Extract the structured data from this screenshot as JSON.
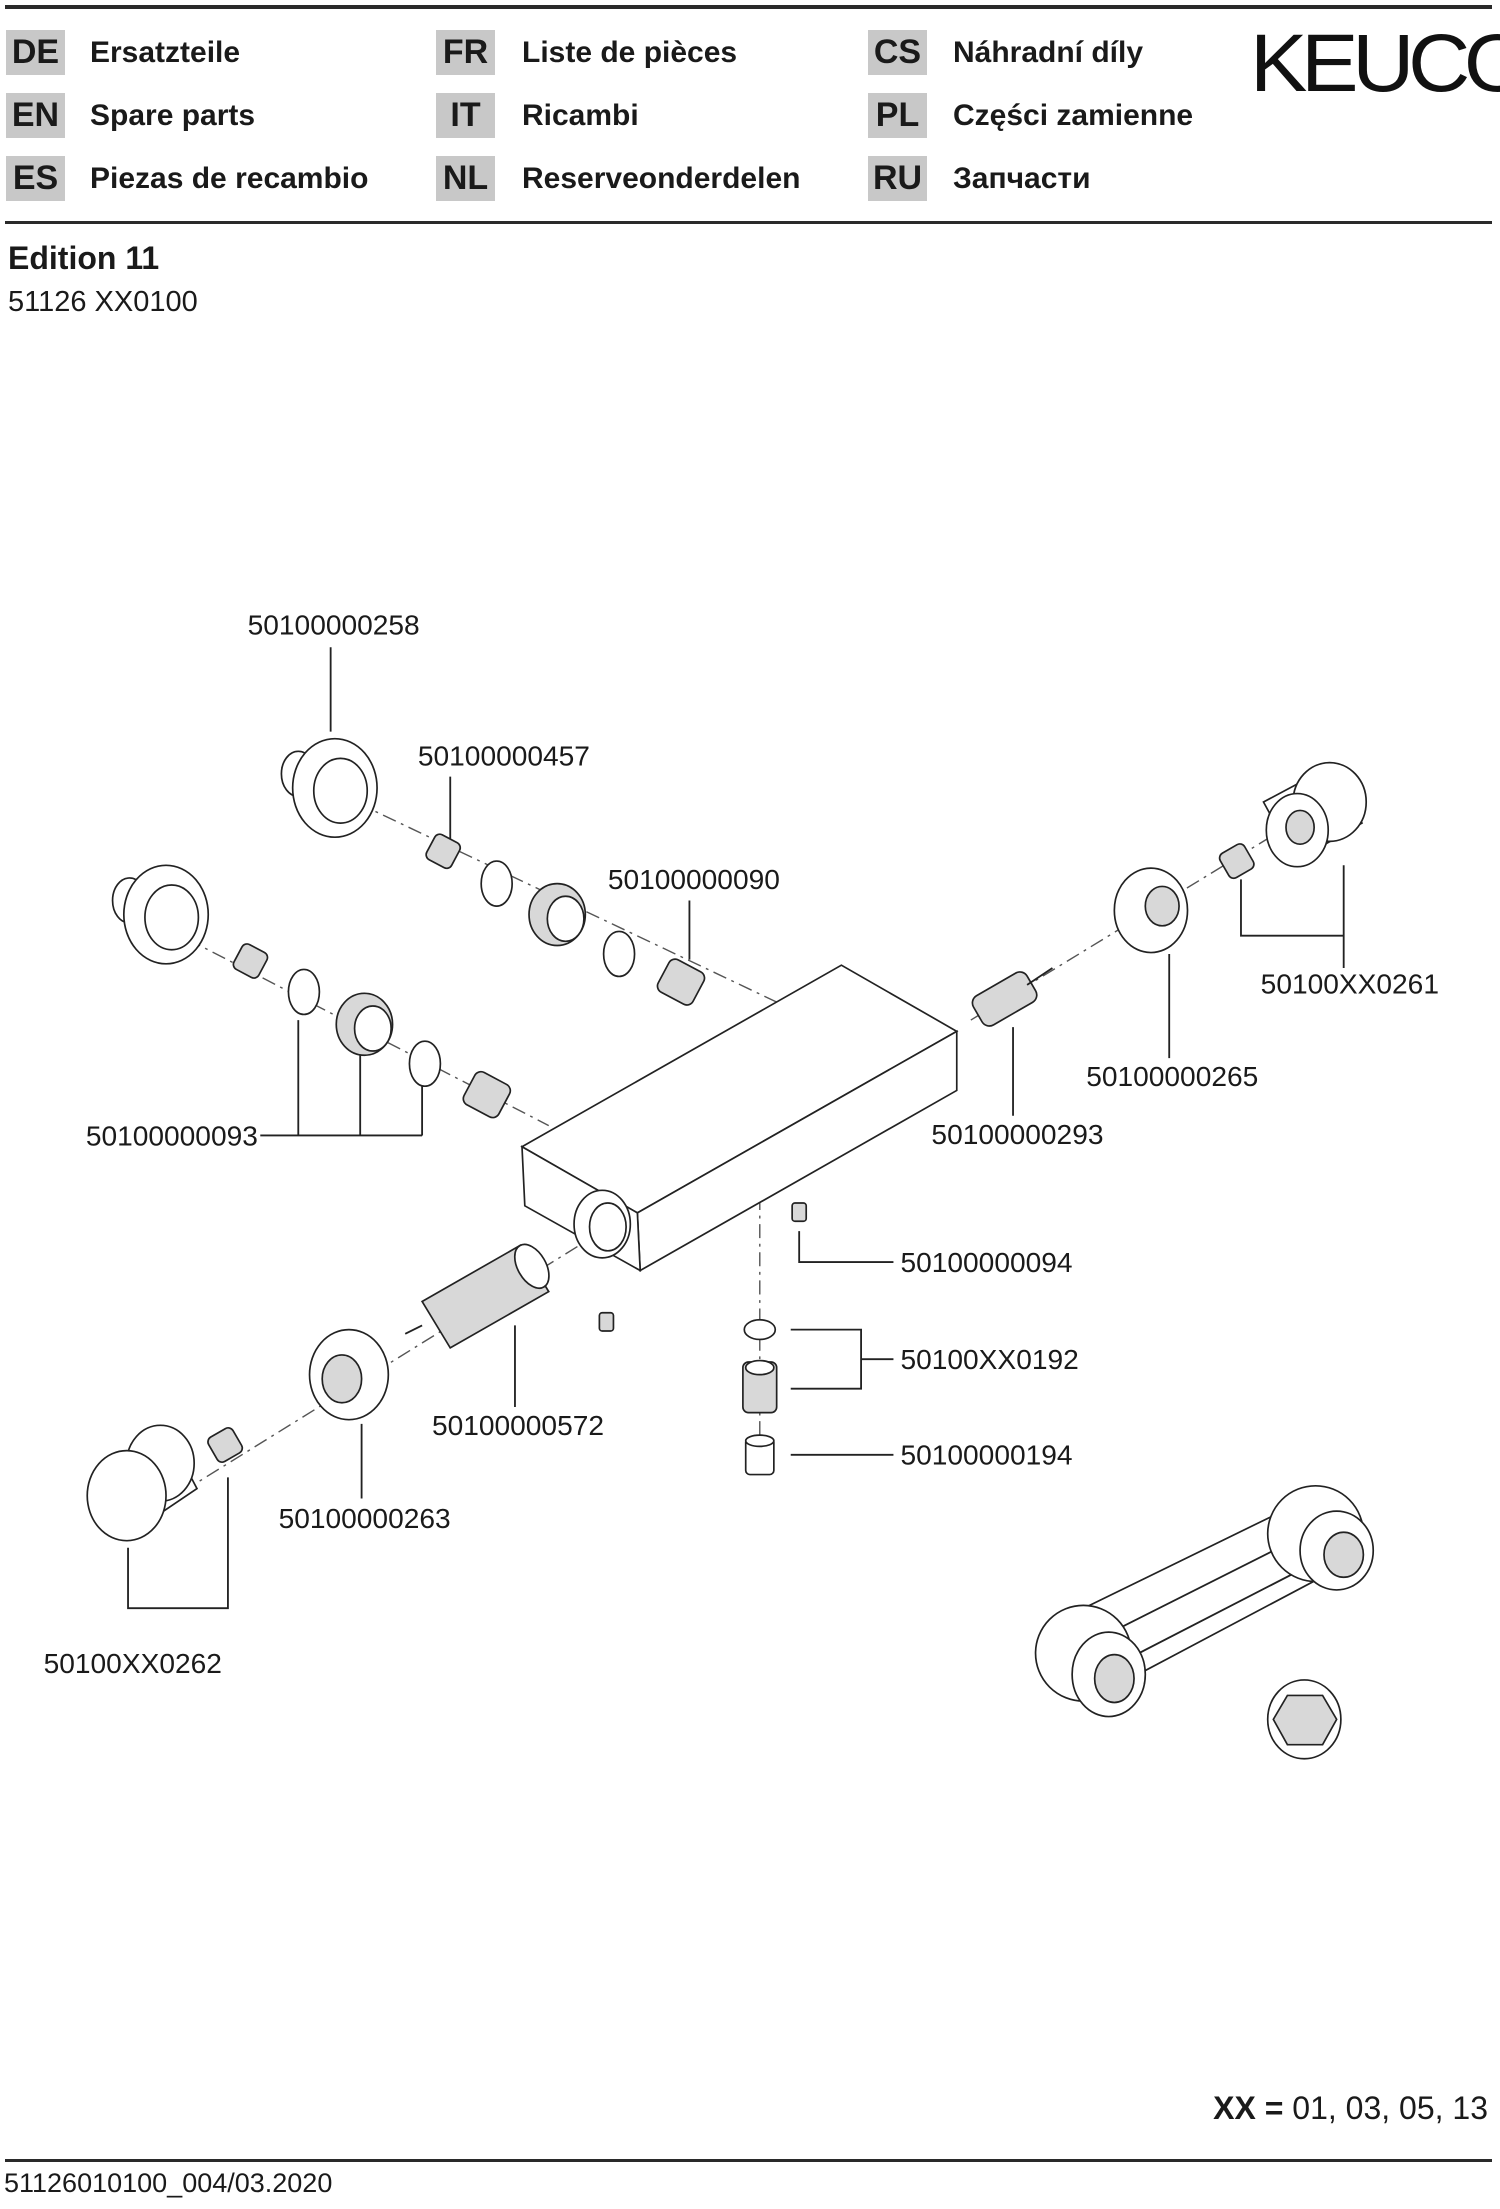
{
  "header": {
    "languages": [
      {
        "code": "DE",
        "label": "Ersatzteile"
      },
      {
        "code": "EN",
        "label": "Spare parts"
      },
      {
        "code": "ES",
        "label": "Piezas de recambio"
      },
      {
        "code": "FR",
        "label": "Liste de pièces"
      },
      {
        "code": "IT",
        "label": "Ricambi"
      },
      {
        "code": "NL",
        "label": "Reserveonderdelen"
      },
      {
        "code": "CS",
        "label": "Náhradní díly"
      },
      {
        "code": "PL",
        "label": "Części zamienne"
      },
      {
        "code": "RU",
        "label": "Запчасти"
      }
    ],
    "logo": "KEUCO"
  },
  "edition": "Edition 11",
  "model": "51126 XX0100",
  "parts": {
    "p258": "50100000258",
    "p457": "50100000457",
    "p090": "50100000090",
    "p261": "50100XX0261",
    "p265": "50100000265",
    "p093": "50100000093",
    "p293": "50100000293",
    "p094": "50100000094",
    "p192": "50100XX0192",
    "p572": "50100000572",
    "p194": "50100000194",
    "p263": "50100000263",
    "p262": "50100XX0262"
  },
  "variants": {
    "key": "XX =",
    "values": "01, 03, 05, 13"
  },
  "footer": "51126010100_004/03.2020"
}
